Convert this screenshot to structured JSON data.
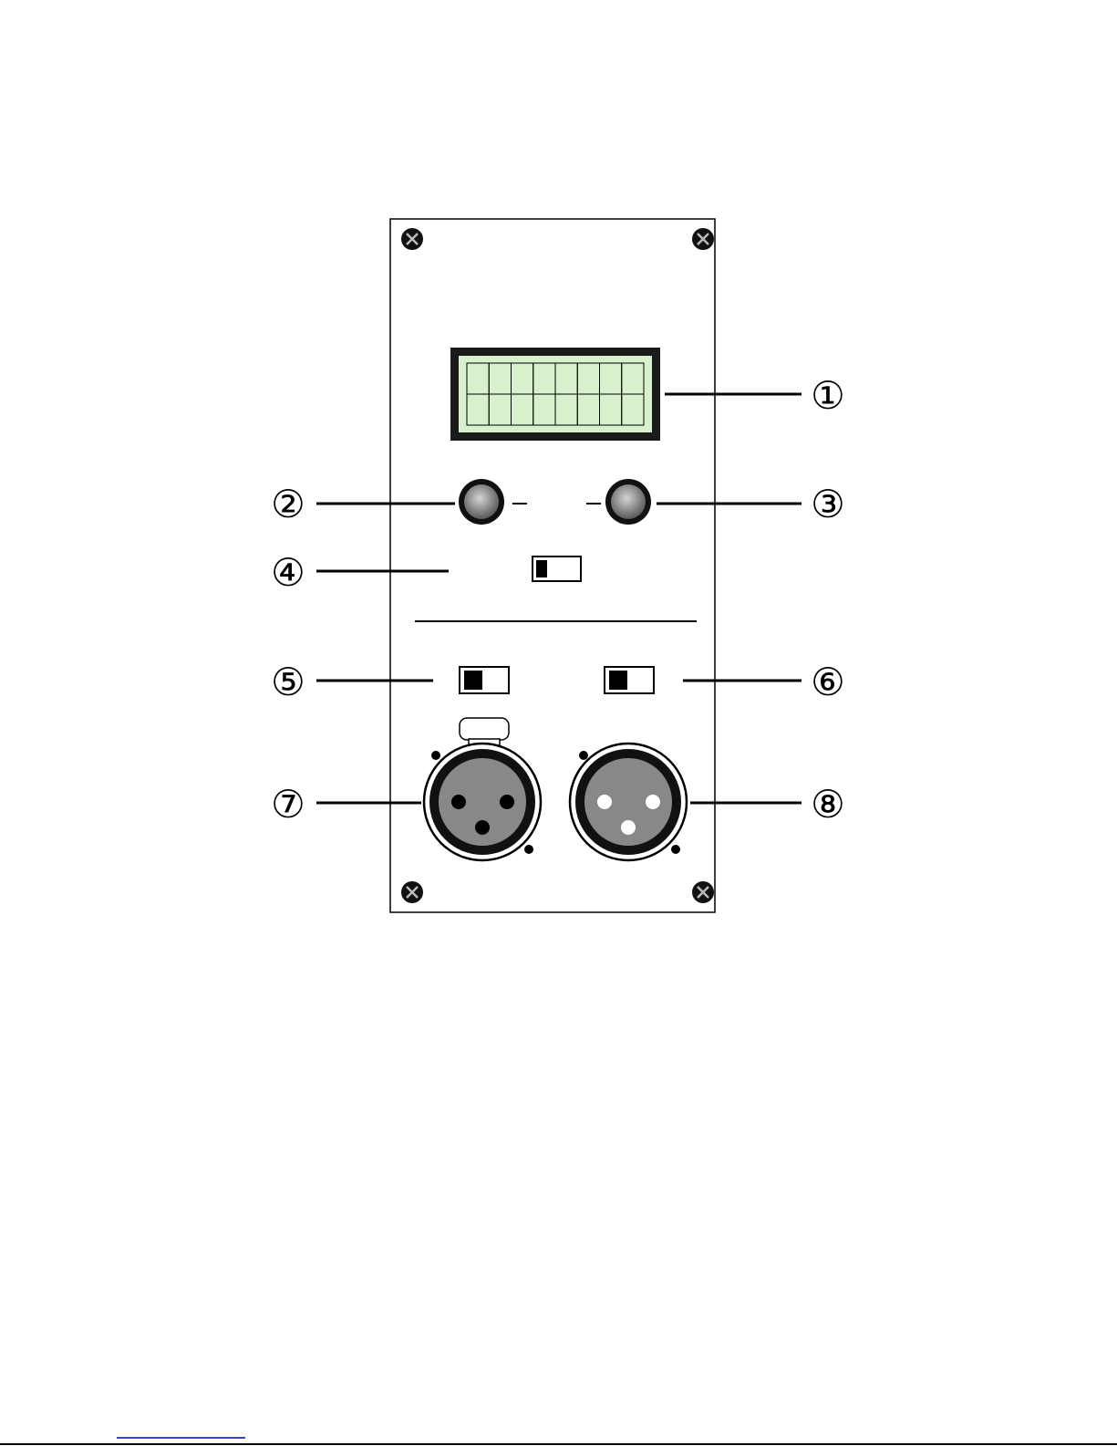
{
  "callouts": [
    {
      "id": "1",
      "label": "①",
      "target": "lcd-display"
    },
    {
      "id": "2",
      "label": "②",
      "target": "left-knob"
    },
    {
      "id": "3",
      "label": "③",
      "target": "right-knob"
    },
    {
      "id": "4",
      "label": "④",
      "target": "top-switch"
    },
    {
      "id": "5",
      "label": "⑤",
      "target": "left-switch"
    },
    {
      "id": "6",
      "label": "⑥",
      "target": "right-switch"
    },
    {
      "id": "7",
      "label": "⑦",
      "target": "xlr-female-connector"
    },
    {
      "id": "8",
      "label": "⑧",
      "target": "xlr-male-connector"
    }
  ],
  "lcd": {
    "columns": 8,
    "rows": 2
  },
  "switches": {
    "top": "left",
    "left": "left",
    "right": "left"
  },
  "colors": {
    "panel_fill": "#ffffff",
    "outline": "#000000",
    "lcd_frame": "#1a1a1a",
    "lcd_screen": "#d9f0cc",
    "knob_gray": "#8a8a8a",
    "connector_gray": "#888888",
    "footer_rule": "#0000cc"
  }
}
